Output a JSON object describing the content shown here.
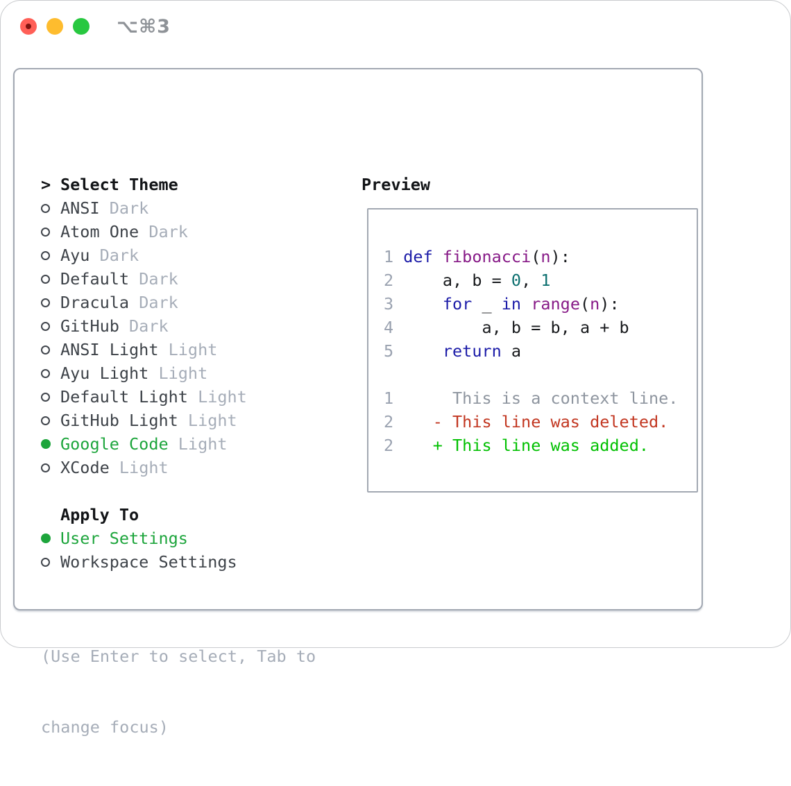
{
  "titlebar": {
    "title": "⌥⌘3"
  },
  "colors": {
    "accent_green": "#1da53c",
    "keyword": "#1c1ca8",
    "type": "#871a87",
    "literal": "#0d7070",
    "plain": "#17191c",
    "context": "#8e959f",
    "deleted": "#c23620",
    "added": "#00c000",
    "muted": "#a6adb8",
    "item_text": "#3d4248",
    "line_number": "#9aa2b0",
    "panel_border": "#a2a8b2",
    "titlebar_text": "#8e9297",
    "traffic_red": "#ff5f57",
    "traffic_yellow": "#febc2e",
    "traffic_green": "#28c840"
  },
  "theme_panel": {
    "header": {
      "cursor": ">",
      "label": "Select Theme"
    },
    "themes": [
      {
        "name": "ANSI",
        "variant": "Dark",
        "selected": false
      },
      {
        "name": "Atom One",
        "variant": "Dark",
        "selected": false
      },
      {
        "name": "Ayu",
        "variant": "Dark",
        "selected": false
      },
      {
        "name": "Default",
        "variant": "Dark",
        "selected": false
      },
      {
        "name": "Dracula",
        "variant": "Dark",
        "selected": false
      },
      {
        "name": "GitHub",
        "variant": "Dark",
        "selected": false
      },
      {
        "name": "ANSI Light",
        "variant": "Light",
        "selected": false
      },
      {
        "name": "Ayu Light",
        "variant": "Light",
        "selected": false
      },
      {
        "name": "Default Light",
        "variant": "Light",
        "selected": false
      },
      {
        "name": "GitHub Light",
        "variant": "Light",
        "selected": false
      },
      {
        "name": "Google Code",
        "variant": "Light",
        "selected": true
      },
      {
        "name": "XCode",
        "variant": "Light",
        "selected": false
      }
    ],
    "apply_to": {
      "label": "Apply To",
      "options": [
        {
          "name": "User Settings",
          "selected": true
        },
        {
          "name": "Workspace Settings",
          "selected": false
        }
      ]
    },
    "hint_lines": [
      "(Use Enter to select, Tab to",
      "change focus)"
    ]
  },
  "preview": {
    "label": "Preview",
    "code_lines": [
      {
        "num": "1",
        "segments": [
          {
            "t": "def",
            "c": "keyword"
          },
          {
            "t": " ",
            "c": "plain"
          },
          {
            "t": "fibonacci",
            "c": "type"
          },
          {
            "t": "(",
            "c": "plain"
          },
          {
            "t": "n",
            "c": "type"
          },
          {
            "t": "):",
            "c": "plain"
          }
        ]
      },
      {
        "num": "2",
        "segments": [
          {
            "t": "    a, b = ",
            "c": "plain"
          },
          {
            "t": "0",
            "c": "literal"
          },
          {
            "t": ", ",
            "c": "plain"
          },
          {
            "t": "1",
            "c": "literal"
          }
        ]
      },
      {
        "num": "3",
        "segments": [
          {
            "t": "    ",
            "c": "plain"
          },
          {
            "t": "for",
            "c": "keyword"
          },
          {
            "t": " _ ",
            "c": "plain"
          },
          {
            "t": "in",
            "c": "keyword"
          },
          {
            "t": " ",
            "c": "plain"
          },
          {
            "t": "range",
            "c": "type"
          },
          {
            "t": "(",
            "c": "plain"
          },
          {
            "t": "n",
            "c": "type"
          },
          {
            "t": "):",
            "c": "plain"
          }
        ]
      },
      {
        "num": "4",
        "segments": [
          {
            "t": "        a, b = b, a + b",
            "c": "plain"
          }
        ]
      },
      {
        "num": "5",
        "segments": [
          {
            "t": "    ",
            "c": "plain"
          },
          {
            "t": "return",
            "c": "keyword"
          },
          {
            "t": " a",
            "c": "plain"
          }
        ]
      },
      {
        "num": "",
        "segments": []
      },
      {
        "num": "1",
        "segments": [
          {
            "t": "     This is a context line.",
            "c": "context"
          }
        ]
      },
      {
        "num": "2",
        "segments": [
          {
            "t": "   - This line was deleted.",
            "c": "deleted"
          }
        ]
      },
      {
        "num": "2",
        "segments": [
          {
            "t": "   + This line was added.",
            "c": "added"
          }
        ]
      }
    ]
  }
}
